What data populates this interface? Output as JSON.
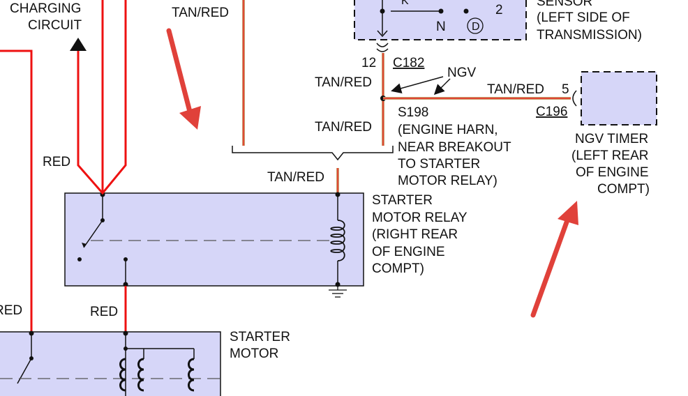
{
  "colors": {
    "box_fill": "#d6d6f8",
    "wire_red": "#ee1111",
    "wire_tan": "#c8a070",
    "arrow_annot": "#e0413a",
    "line": "#111111"
  },
  "labels": {
    "charging_1": "CHARGING",
    "charging_2": "CIRCUIT",
    "tanred_top": "TAN/RED",
    "sensor_k": "K",
    "sensor_2": "2",
    "sensor_n": "N",
    "sensor_d": "D",
    "sensor_1": "SENSOR",
    "sensor_2_line": "(LEFT SIDE OF",
    "sensor_3": "TRANSMISSION)",
    "pin_12": "12",
    "conn_c182": "C182",
    "ngv": "NGV",
    "tanred_a": "TAN/RED",
    "tanred_b": "TAN/RED",
    "tanred_c": "TAN/RED",
    "tanred_d": "TAN/RED",
    "pin_5": "5",
    "conn_c196": "C196",
    "s198_1": "S198",
    "s198_2": "(ENGINE HARN,",
    "s198_3": "NEAR BREAKOUT",
    "s198_4": "TO STARTER",
    "s198_5": "MOTOR RELAY)",
    "ngv_timer_1": "NGV TIMER",
    "ngv_timer_2": "(LEFT REAR",
    "ngv_timer_3": "OF ENGINE",
    "ngv_timer_4": "COMPT)",
    "red_left": "RED",
    "red_edge": "RED",
    "red_mid": "RED",
    "relay_1": "STARTER",
    "relay_2": "MOTOR RELAY",
    "relay_3": "(RIGHT REAR",
    "relay_4": "OF ENGINE",
    "relay_5": "COMPT)",
    "starter_1": "STARTER",
    "starter_2": "MOTOR"
  }
}
